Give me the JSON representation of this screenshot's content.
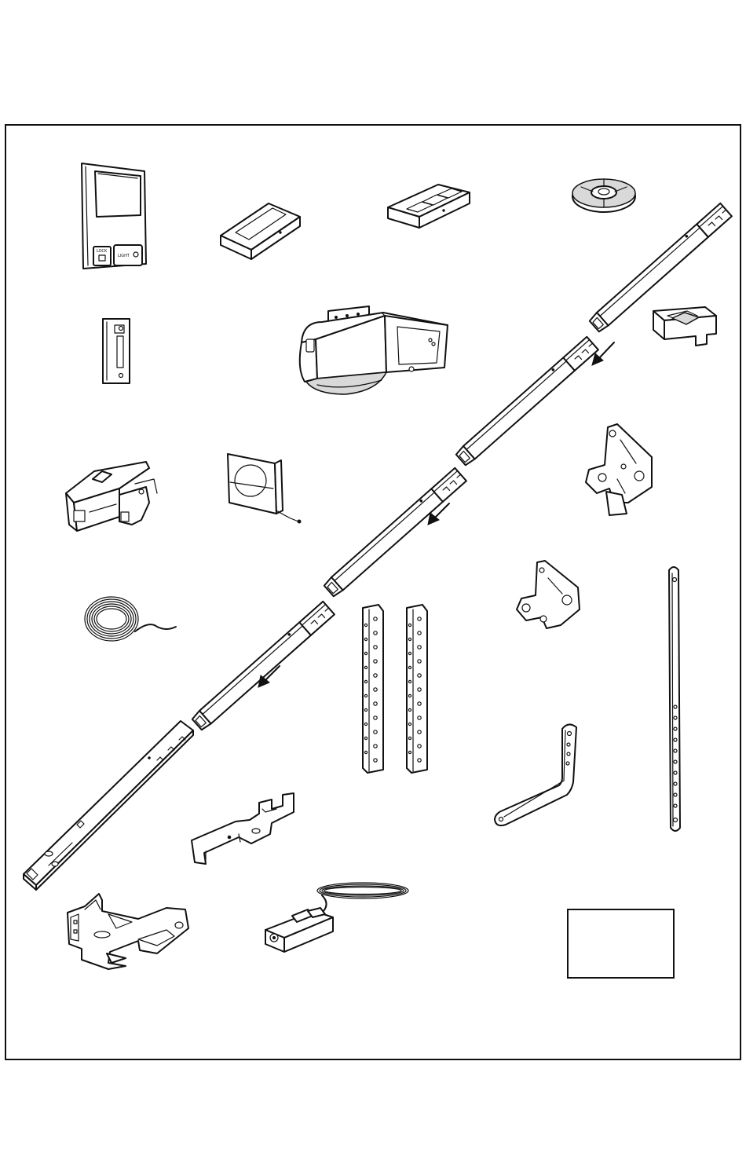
{
  "frame": {
    "border_color": "#111111",
    "background": "#ffffff"
  },
  "wall_control": {
    "lock_label": "LOCK",
    "light_label": "LIGHT"
  },
  "parts": [
    "wall-control-console",
    "remote-control-1-button",
    "remote-control-3-button",
    "pulley",
    "rail-section-top",
    "rail-clip",
    "door-control-button",
    "motor-unit",
    "rail-section-middle-1",
    "idler-bracket",
    "trolley",
    "light-lens-panel",
    "rail-section-middle-2",
    "header-bracket",
    "bell-wire-coil",
    "door-bracket",
    "rail-section-middle-3",
    "hanging-bracket-left",
    "hanging-bracket-right",
    "straight-door-arm",
    "rail-section-bottom",
    "belt-clamp-bracket",
    "curved-door-arm",
    "safety-reverse-sensor",
    "sensor-bracket",
    "blank-label-box"
  ]
}
